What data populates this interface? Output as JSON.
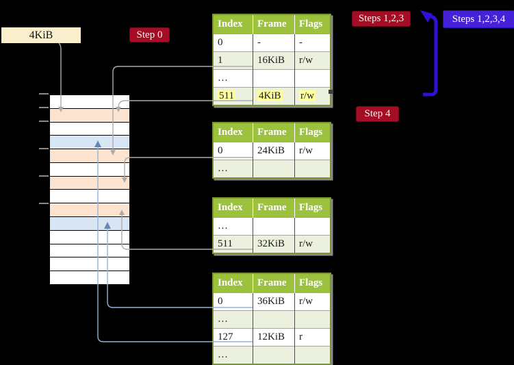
{
  "colors": {
    "background": "#000000",
    "table_header_green": "#9cc23d",
    "table_band_green": "#ebf1de",
    "table_border_olive": "#7d9434",
    "highlight_yellow": "#ffff9e",
    "frame_free_white": "#ffffff",
    "frame_pagetable_peach": "#fce4d0",
    "frame_mapped_blue": "#d8e5f3",
    "badge_red": "#a50d24",
    "badge_blue": "#4522d9",
    "connector_gray": "#acacac",
    "connector_blue": "#95b3d7",
    "loop_arrow_blue": "#2e10d6",
    "frame_label_beige": "#faefcd"
  },
  "left_panel": {
    "frame_size_label": "4KiB"
  },
  "badges": {
    "step0": "Step 0",
    "steps123": "Steps 1,2,3",
    "steps1234": "Steps 1,2,3,4",
    "step4": "Step 4"
  },
  "memory": {
    "rows": [
      {
        "kind": "free"
      },
      {
        "kind": "pagetable"
      },
      {
        "kind": "free"
      },
      {
        "kind": "mapped"
      },
      {
        "kind": "pagetable"
      },
      {
        "kind": "free"
      },
      {
        "kind": "pagetable"
      },
      {
        "kind": "free"
      },
      {
        "kind": "pagetable"
      },
      {
        "kind": "mapped"
      },
      {
        "kind": "free"
      },
      {
        "kind": "free"
      },
      {
        "kind": "free"
      },
      {
        "kind": "free"
      }
    ]
  },
  "tables": [
    {
      "headers": [
        "Index",
        "Frame",
        "Flags"
      ],
      "rows": [
        [
          "0",
          "-",
          "-"
        ],
        [
          "1",
          "16KiB",
          "r/w"
        ],
        [
          "…",
          "",
          ""
        ],
        [
          "511",
          "4KiB",
          "r/w"
        ]
      ]
    },
    {
      "headers": [
        "Index",
        "Frame",
        "Flags"
      ],
      "rows": [
        [
          "0",
          "24KiB",
          "r/w"
        ],
        [
          "…",
          "",
          ""
        ]
      ]
    },
    {
      "headers": [
        "Index",
        "Frame",
        "Flags"
      ],
      "rows": [
        [
          "…",
          "",
          ""
        ],
        [
          "511",
          "32KiB",
          "r/w"
        ]
      ]
    },
    {
      "headers": [
        "Index",
        "Frame",
        "Flags"
      ],
      "rows": [
        [
          "0",
          "36KiB",
          "r/w"
        ],
        [
          "…",
          "",
          ""
        ],
        [
          "127",
          "12KiB",
          "r"
        ],
        [
          "…",
          "",
          ""
        ]
      ]
    }
  ]
}
